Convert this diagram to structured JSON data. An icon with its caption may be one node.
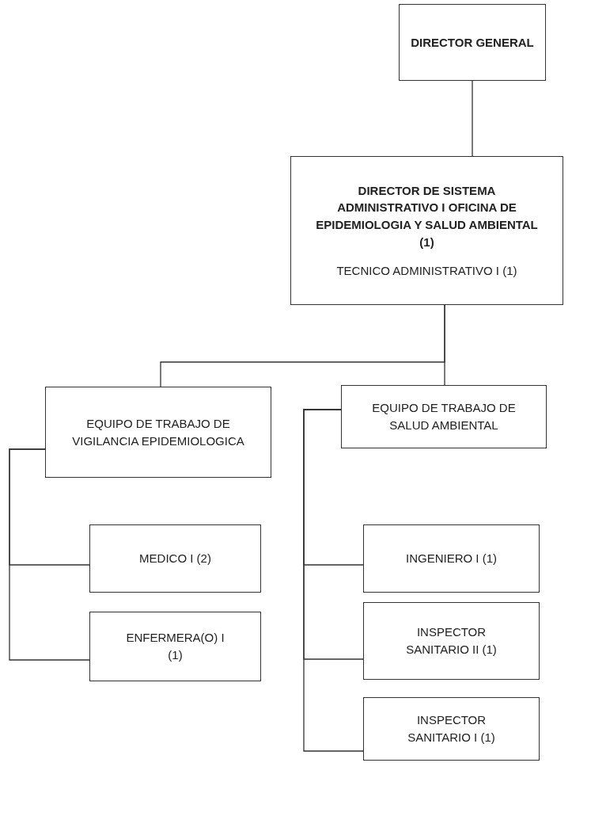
{
  "diagram": {
    "nodes": [
      {
        "text": [
          "DIRECTOR GENERAL"
        ]
      },
      {
        "text": [
          "DIRECTOR DE SISTEMA ADMINISTRATIVO I OFICINA DE EPIDEMIOLOGIA Y SALUD AMBIENTAL (1)",
          "TECNICO ADMINISTRATIVO I (1)"
        ]
      },
      {
        "text": [
          "EQUIPO DE TRABAJO DE VIGILANCIA EPIDEMIOLOGICA"
        ]
      },
      {
        "text": [
          "EQUIPO DE TRABAJO DE SALUD AMBIENTAL"
        ]
      },
      {
        "text": [
          "MEDICO I (2)"
        ]
      },
      {
        "text": [
          "ENFERMERA(O) I (1)"
        ]
      },
      {
        "text": [
          "INGENIERO I (1)"
        ]
      },
      {
        "text": [
          "INSPECTOR SANITARIO II (1)"
        ]
      },
      {
        "text": [
          "INSPECTOR SANITARIO I (1)"
        ]
      }
    ],
    "edges": [
      {
        "from": 0,
        "to": 1,
        "arrow": "none"
      },
      {
        "from": 1,
        "to": 2,
        "arrow": "none"
      },
      {
        "from": 1,
        "to": 3,
        "arrow": "none"
      },
      {
        "from": 2,
        "to": 4,
        "arrow": "none"
      },
      {
        "from": 2,
        "to": 5,
        "arrow": "none"
      },
      {
        "from": 3,
        "to": 6,
        "arrow": "none"
      },
      {
        "from": 3,
        "to": 7,
        "arrow": "none"
      },
      {
        "from": 3,
        "to": 8,
        "arrow": "none"
      }
    ]
  }
}
